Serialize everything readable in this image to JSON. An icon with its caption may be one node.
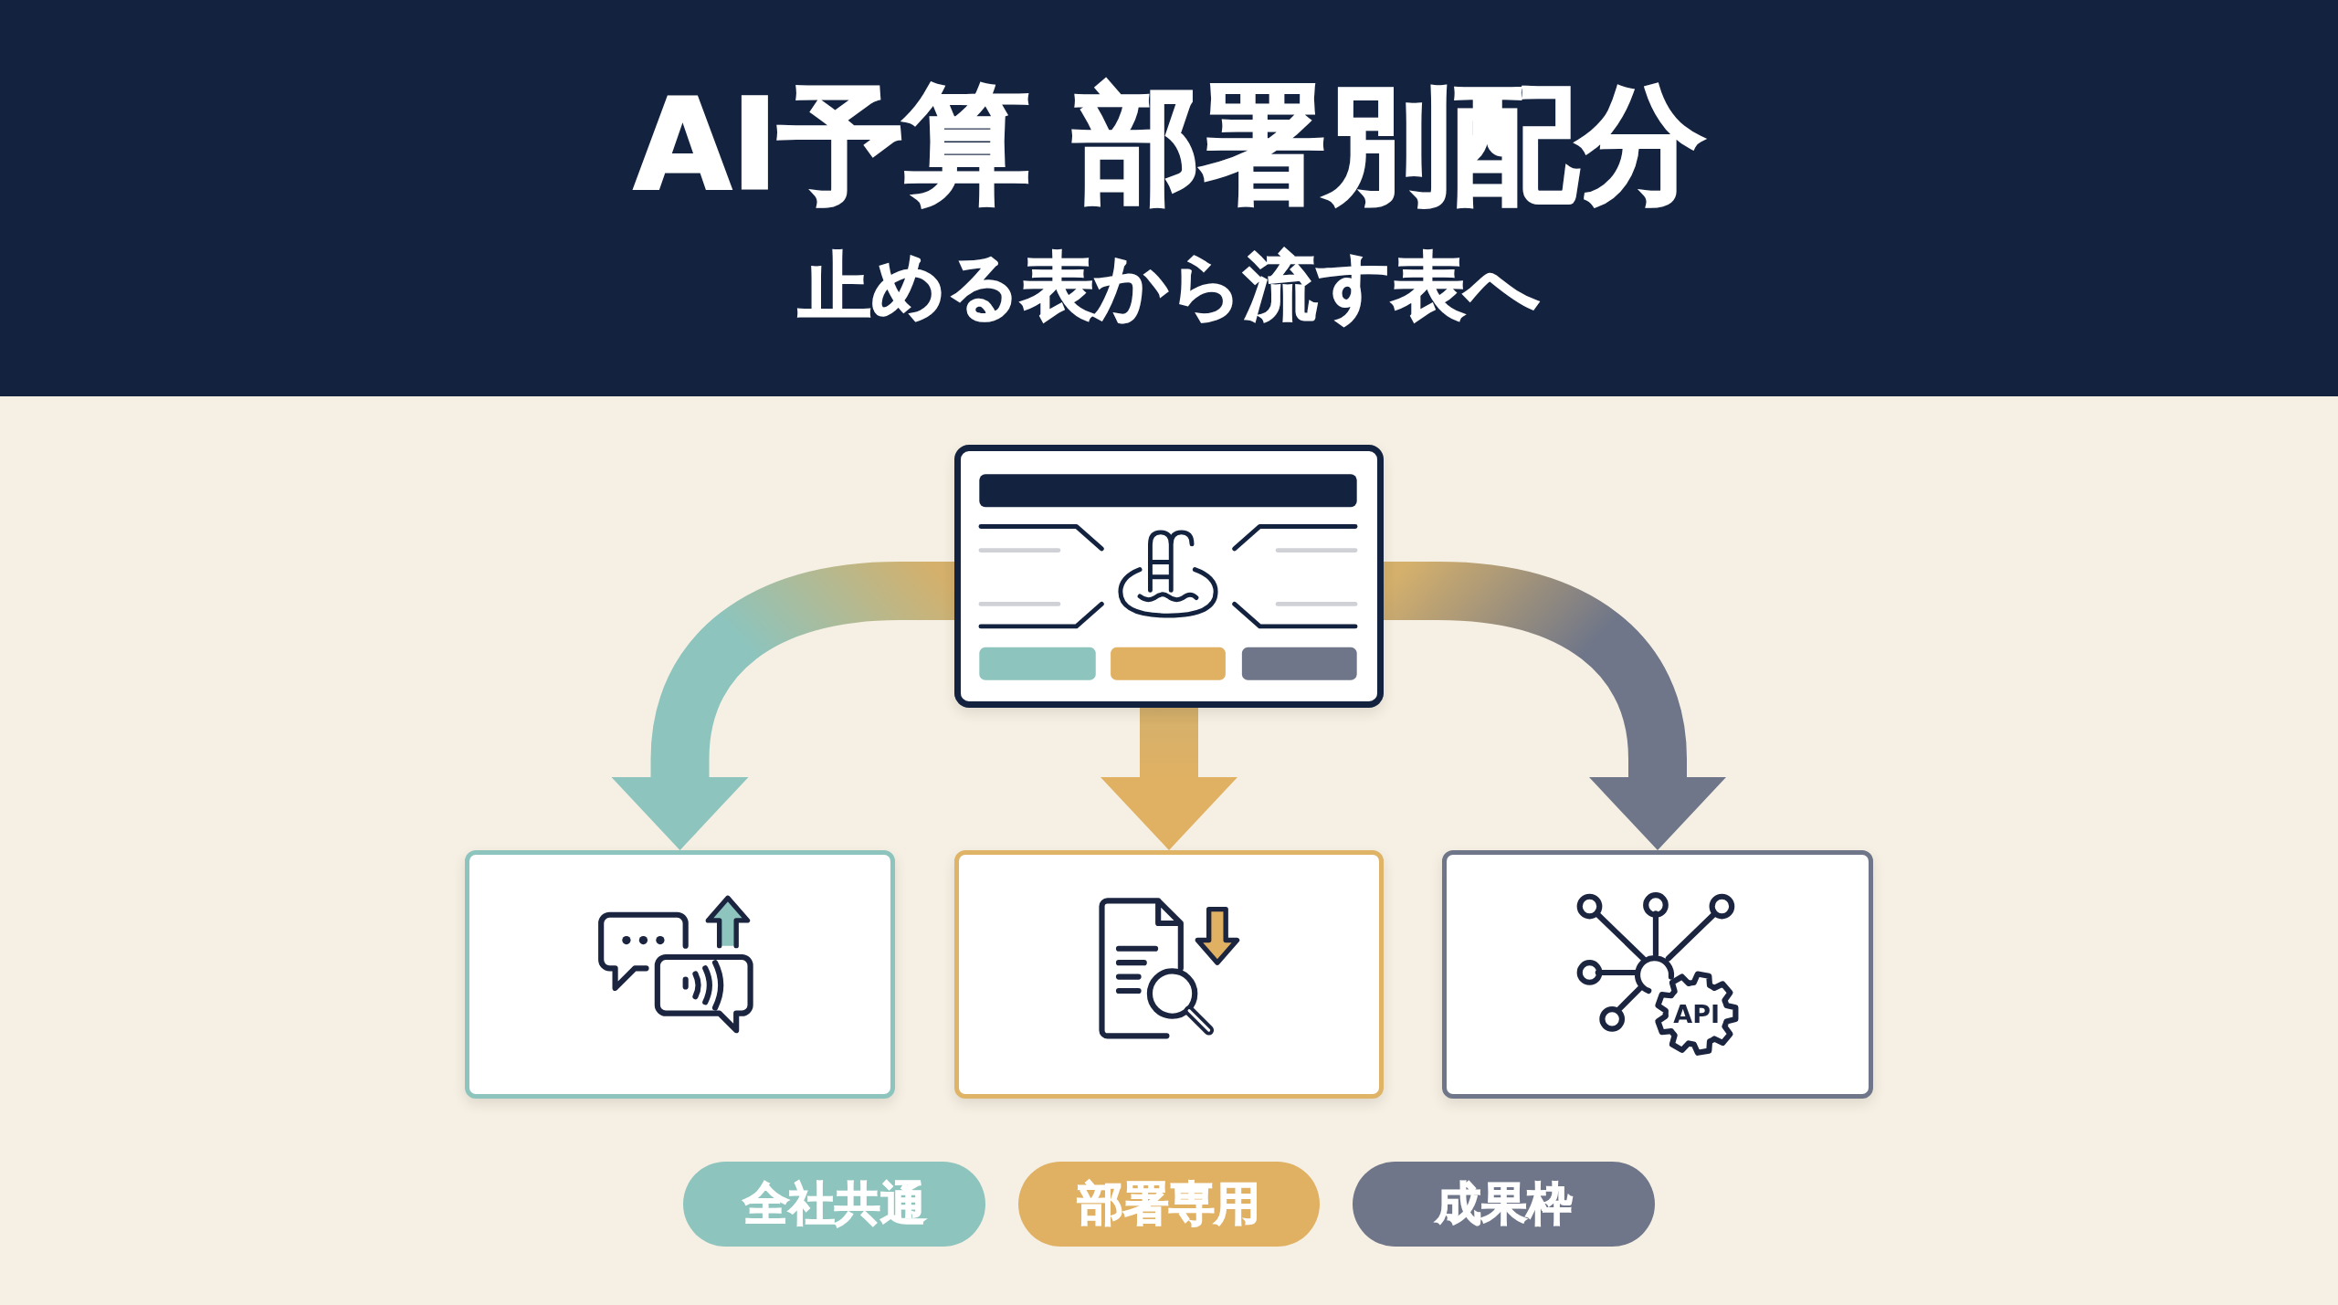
{
  "diagram": {
    "title": "AI予算 部署別配分",
    "nodes": [
      {
        "text": [],
        "shape": "box"
      },
      {
        "text": [],
        "shape": "box"
      },
      {
        "text": [],
        "shape": "box"
      },
      {
        "text": [
          "API"
        ]
      },
      {
        "text": [
          "全社共通"
        ]
      },
      {
        "text": [
          "部署専用"
        ]
      },
      {
        "text": [
          "成果枠"
        ]
      }
    ],
    "edges": [
      {
        "from": 0,
        "to": 1,
        "arrow": "to",
        "style": "thick",
        "color": "#8dc4bd"
      },
      {
        "from": 0,
        "to": 2,
        "arrow": "to",
        "style": "thick",
        "color": "#e0b163"
      },
      {
        "from": 0,
        "to": 3,
        "arrow": "to",
        "style": "thick",
        "color": "#6f7689"
      }
    ],
    "labels": [
      "止める表から流す表へ"
    ]
  }
}
